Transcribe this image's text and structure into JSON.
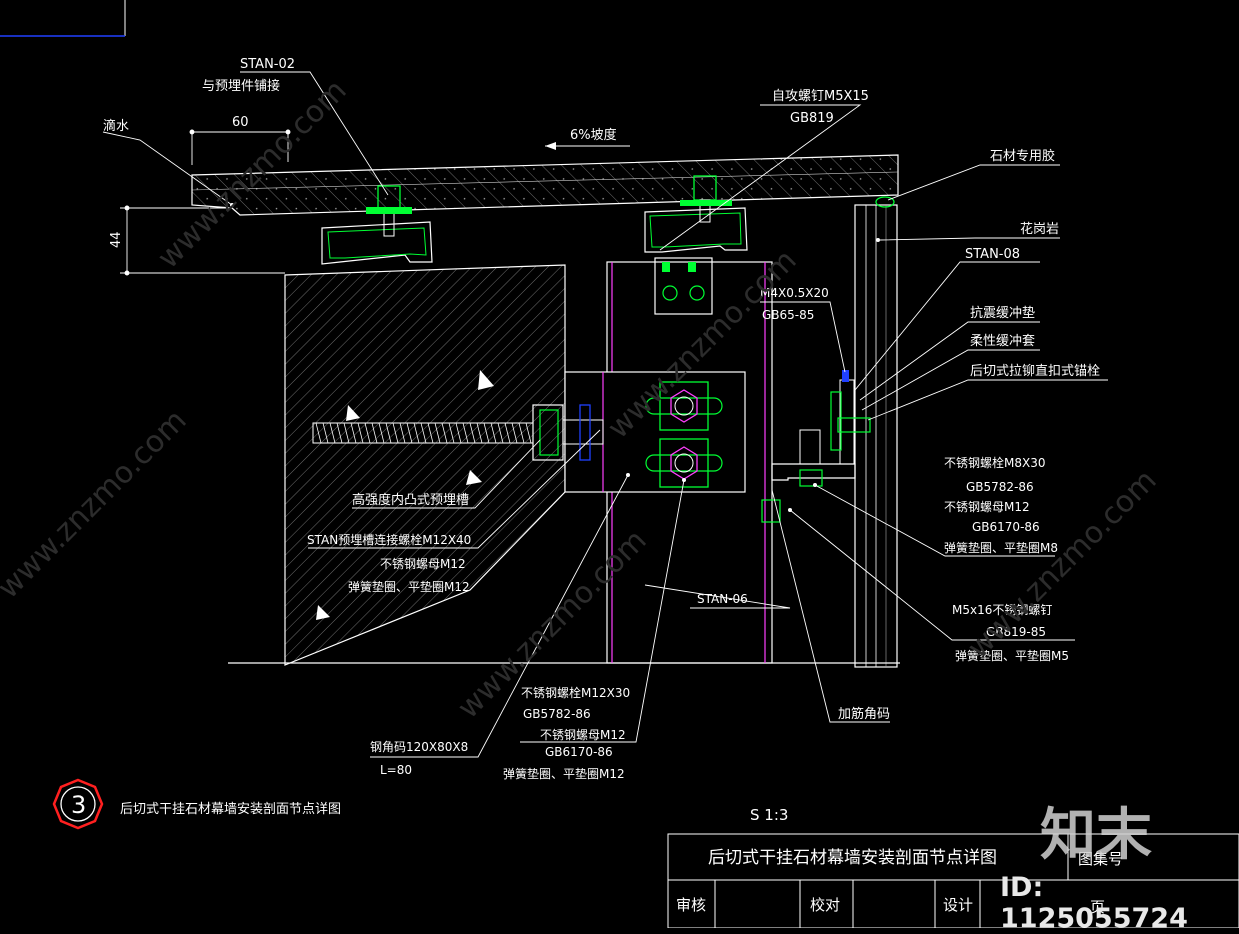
{
  "drawing": {
    "labels": {
      "stan02": "STAN-02",
      "stan02_sub": "与预埋件铺接",
      "drip": "滴水",
      "dim60": "60",
      "dim44": "44",
      "slope": "6%坡度",
      "screw_top": "自攻螺钉M5X15",
      "screw_top_std": "GB819",
      "stone_glue": "石材专用胶",
      "granite": "花岗岩",
      "stan08": "STAN-08",
      "m4": "M4X0.5X20",
      "m4_std": "GB65-85",
      "anti_shock_pad": "抗震缓冲垫",
      "flex_sleeve": "柔性缓冲套",
      "anchor": "后切式拉铆直扣式锚栓",
      "bolt_m8": "不锈钢螺栓M8X30",
      "bolt_m8_std": "GB5782-86",
      "nut_m12_r": "不锈钢螺母M12",
      "nut_m12_r_std": "GB6170-86",
      "washer_m8": "弹簧垫圈、平垫圈M8",
      "screw_m5": "M5x16不锈钢螺钉",
      "screw_m5_std": "GB819-85",
      "washer_m5": "弹簧垫圈、平垫圈M5",
      "rib_angle": "加筋角码",
      "embed_slot": "高强度内凸式预埋槽",
      "stan_bolt": "STAN预埋槽连接螺栓M12X40",
      "nut_m12_l": "不锈钢螺母M12",
      "washer_m12_l": "弹簧垫圈、平垫圈M12",
      "stan06": "STAN-06",
      "bolt_m12": "不锈钢螺栓M12X30",
      "bolt_m12_std": "GB5782-86",
      "nut_m12_b": "不锈钢螺母M12",
      "nut_m12_b_std": "GB6170-86",
      "washer_m12_b": "弹簧垫圈、平垫圈M12",
      "steel_angle": "钢角码120X80X8",
      "steel_angle_len": "L=80",
      "detail_no": "3",
      "detail_title": "后切式干挂石材幕墙安装剖面节点详图",
      "scale": "S 1:3"
    },
    "title_block": {
      "title": "后切式干挂石材幕墙安装剖面节点详图",
      "drawing_no_label": "图集号",
      "review": "审核",
      "check": "校对",
      "design": "设计",
      "page": "页"
    },
    "watermark": {
      "brand": "知末",
      "id": "ID: 1125055724",
      "site": "www.znzmo.com"
    },
    "colors": {
      "background": "#000000",
      "lines": "#ffffff",
      "green": "#00ff33",
      "magenta": "#ff40ff",
      "blue": "#2040ff",
      "badge": "#ff2020"
    }
  }
}
